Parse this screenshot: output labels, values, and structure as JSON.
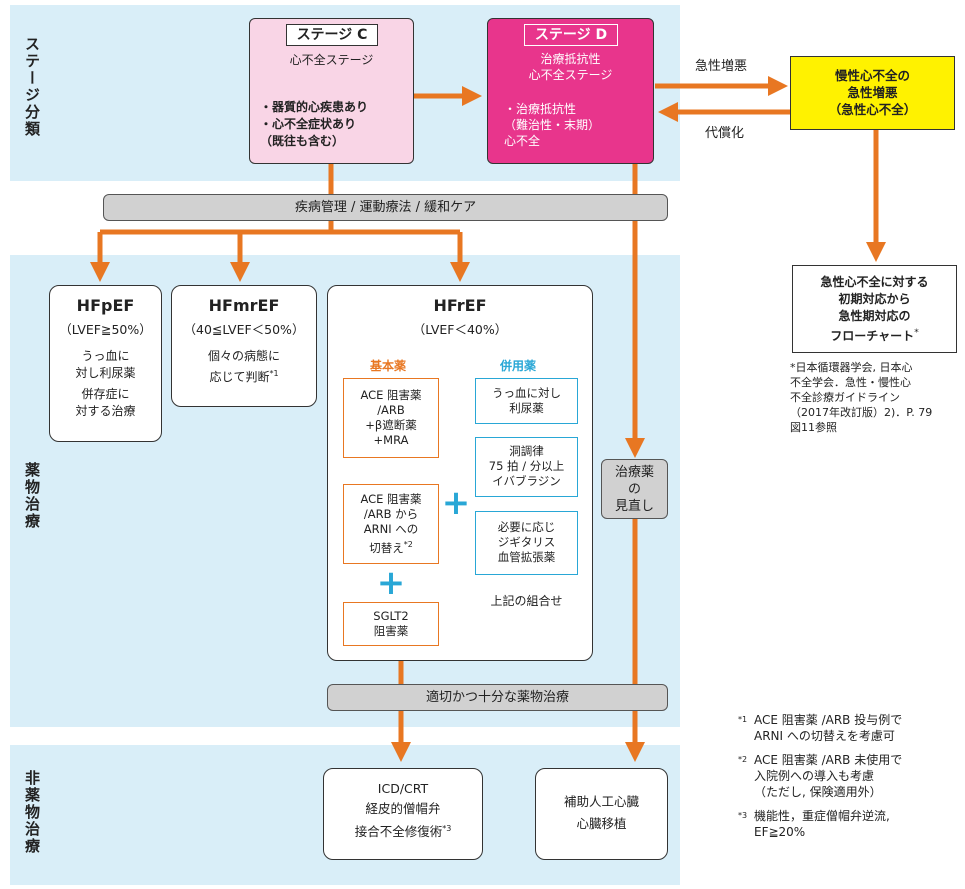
{
  "side_labels": {
    "stage": "ステージ分類",
    "drug": "薬物治療",
    "nondrug": "非薬物治療"
  },
  "stage_c": {
    "title": "ステージ C",
    "subtitle": "心不全ステージ",
    "bullets": "・器質的心疾患あり\n・心不全症状あり\n（既往も含む）"
  },
  "stage_d": {
    "title": "ステージ D",
    "subtitle": "治療抵抗性\n心不全ステージ",
    "bullets": "・治療抵抗性\n（難治性・末期）\n心不全"
  },
  "flow_labels": {
    "acute": "急性増悪",
    "compensated": "代償化"
  },
  "yellow_box": {
    "text": "慢性心不全の\n急性増悪\n（急性心不全）"
  },
  "management_bar": "疾病管理 / 運動療法 / 緩和ケア",
  "hfpef": {
    "title": "HFpEF",
    "range": "（LVEF≧50%）",
    "text1": "うっ血に\n対し利尿薬",
    "text2": "併存症に\n対する治療"
  },
  "hfmref": {
    "title": "HFmrEF",
    "range": "（40≦LVEF＜50%）",
    "text": "個々の病態に\n応じて判断",
    "note": "*1"
  },
  "hfref": {
    "title": "HFrEF",
    "range": "（LVEF＜40%）",
    "basic_label": "基本薬",
    "combo_label": "併用薬",
    "basic_1": "ACE 阻害薬\n/ARB\n+β遮断薬\n+MRA",
    "basic_2": "ACE 阻害薬\n/ARB から\nARNI への\n切替え",
    "basic_2_note": "*2",
    "basic_3": "SGLT2\n阻害薬",
    "combo_1": "うっ血に対し\n利尿薬",
    "combo_2": "洞調律\n75 拍 / 分以上\nイバブラジン",
    "combo_3": "必要に応じ\nジギタリス\n血管拡張薬",
    "combo_footer": "上記の組合せ"
  },
  "review_box": "治療薬\nの\n見直し",
  "adequate_bar": "適切かつ十分な薬物治療",
  "icd_box": {
    "text": "ICD/CRT\n経皮的僧帽弁\n接合不全修復術",
    "note": "*3"
  },
  "vad_box": "補助人工心臓\n心臓移植",
  "flowchart_box": "急性心不全に対する\n初期対応から\n急性期対応の\nフローチャート",
  "flowchart_note_mark": "*",
  "reference": "*日本循環器学会, 日本心\n不全学会．急性・慢性心\n不全診療ガイドライン\n（2017年改訂版）2)．P. 79\n図11参照",
  "footnotes": [
    {
      "mark": "*1",
      "text": "ACE 阻害薬 /ARB 投与例で\nARNI への切替えを考慮可"
    },
    {
      "mark": "*2",
      "text": "ACE 阻害薬 /ARB 未使用で\n入院例への導入も考慮\n（ただし, 保険適用外）"
    },
    {
      "mark": "*3",
      "text": "機能性，重症僧帽弁逆流,\nEF≧20%"
    }
  ],
  "colors": {
    "arrow": "#e87722",
    "band": "#d9eef8",
    "stage_c": "#f9d5e6",
    "stage_d": "#e8358c",
    "yellow": "#fff200",
    "blue": "#29a7d6",
    "grey": "#d1d1d1"
  }
}
